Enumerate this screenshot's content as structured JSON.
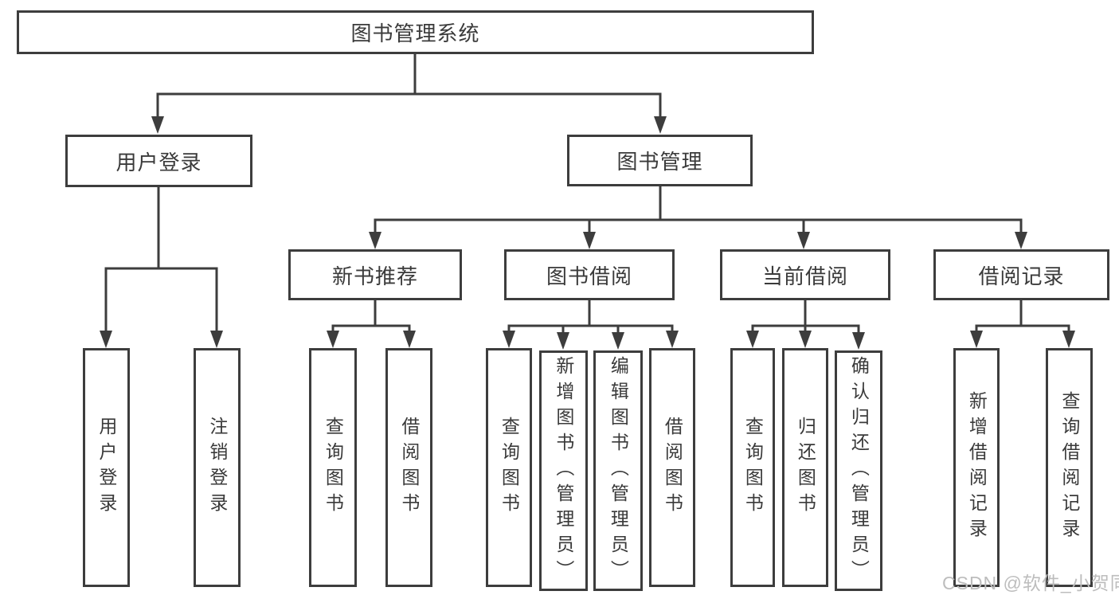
{
  "diagram": {
    "type": "tree",
    "line_color": "#3d3d3d",
    "box_background": "#ffffff",
    "text_color": "#3a3a3a",
    "tree": {
      "root": {
        "label": "图书管理系统",
        "children": [
          {
            "label": "用户登录",
            "children": [
              {
                "label": "用户登录"
              },
              {
                "label": "注销登录"
              }
            ]
          },
          {
            "label": "图书管理",
            "children": [
              {
                "label": "新书推荐",
                "children": [
                  {
                    "label": "查询图书"
                  },
                  {
                    "label": "借阅图书"
                  }
                ]
              },
              {
                "label": "图书借阅",
                "children": [
                  {
                    "label": "查询图书"
                  },
                  {
                    "label": "新增图书（管理员）"
                  },
                  {
                    "label": "编辑图书（管理员）"
                  },
                  {
                    "label": "借阅图书"
                  }
                ]
              },
              {
                "label": "当前借阅",
                "children": [
                  {
                    "label": "查询图书"
                  },
                  {
                    "label": "归还图书"
                  },
                  {
                    "label": "确认归还（管理员）"
                  }
                ]
              },
              {
                "label": "借阅记录",
                "children": [
                  {
                    "label": "新增借阅记录"
                  },
                  {
                    "label": "查询借阅记录"
                  }
                ]
              }
            ]
          }
        ]
      }
    }
  },
  "watermark": {
    "text": "CSDN @软件_小贺同学",
    "color": "#bdbdbd"
  }
}
